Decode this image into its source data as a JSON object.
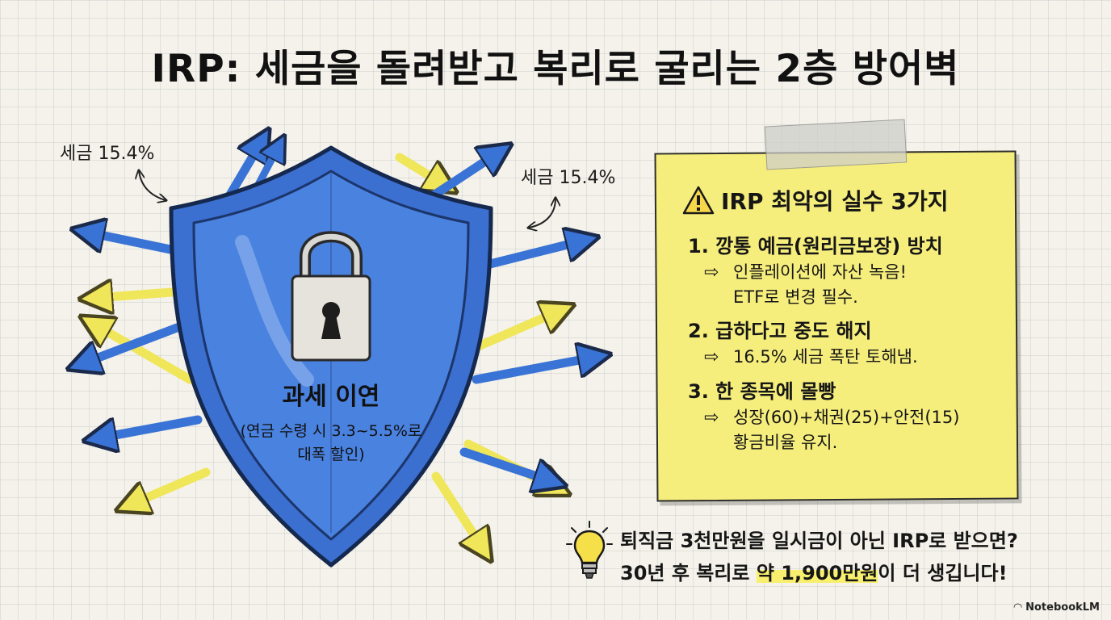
{
  "title": "IRP: 세금을 돌려받고 복리로 굴리는 2층 방어벽",
  "shield": {
    "tax_label_left": "세금 15.4%",
    "tax_label_right": "세금 15.4%",
    "main_text": "과세 이연",
    "sub_line1": "(연금 수령 시 3.3~5.5%로",
    "sub_line2": "대폭 할인)",
    "icon": "padlock-icon"
  },
  "note": {
    "icon": "warning-icon",
    "title": "IRP 최악의 실수 3가지",
    "items": [
      {
        "head": "1. 깡통 예금(원리금보장) 방치",
        "line1": "인플레이션에 자산 녹음!",
        "line2": "ETF로 변경 필수."
      },
      {
        "head": "2. 급하다고 중도 해지",
        "line1": "16.5% 세금 폭탄 토해냄.",
        "line2": ""
      },
      {
        "head": "3. 한 종목에 몰빵",
        "line1": "성장(60)+채권(25)+안전(15)",
        "line2": "황금비율 유지."
      }
    ]
  },
  "bottom": {
    "icon": "lightbulb-icon",
    "line1": "퇴직금 3천만원을 일시금이 아닌 IRP로 받으면?",
    "line2_pre": "30년 후 복리로 ",
    "line2_highlight": "약 1,900만원",
    "line2_post": "이 더 생깁니다!"
  },
  "brand": "NotebookLM",
  "colors": {
    "shield_blue": "#3b6fd0",
    "arrow_blue": "#3a73d6",
    "arrow_yellow": "#f0e65a",
    "note_yellow": "#f6ee7c",
    "background": "#f4f2ea"
  }
}
